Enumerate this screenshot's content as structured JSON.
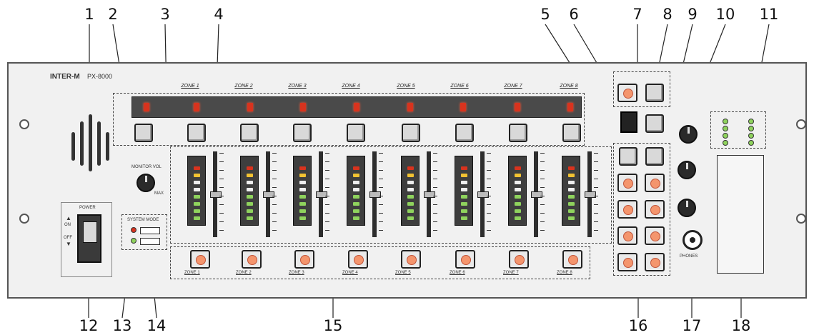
{
  "callouts": [
    "1",
    "2",
    "3",
    "4",
    "5",
    "6",
    "7",
    "8",
    "9",
    "10",
    "11",
    "12",
    "13",
    "14",
    "15",
    "16",
    "17",
    "18"
  ],
  "panel": {
    "brand": "INTER-M",
    "brand_model": "PX-8000",
    "zone_titles": [
      "ZONE 1",
      "ZONE 2",
      "ZONE 3",
      "ZONE 4",
      "ZONE 5",
      "ZONE 6",
      "ZONE 7",
      "ZONE 8"
    ],
    "zone_buttons": [
      "ZONE 1",
      "ZONE 2",
      "ZONE 3",
      "ZONE 4",
      "ZONE 5",
      "ZONE 6",
      "ZONE 7",
      "ZONE 8"
    ],
    "power_label": "POWER",
    "on_label": "ON",
    "off_label": "OFF",
    "system_mode_label": "SYSTEM MODE",
    "monitor_vol_label": "MONITOR VOL",
    "max_label": "MAX",
    "phones_label": "PHONES"
  },
  "colors": {
    "panel_bg": "#f1f1f1",
    "led_red": "#d8331e",
    "led_green": "#8fd35d",
    "button_orange": "#f4956d"
  }
}
